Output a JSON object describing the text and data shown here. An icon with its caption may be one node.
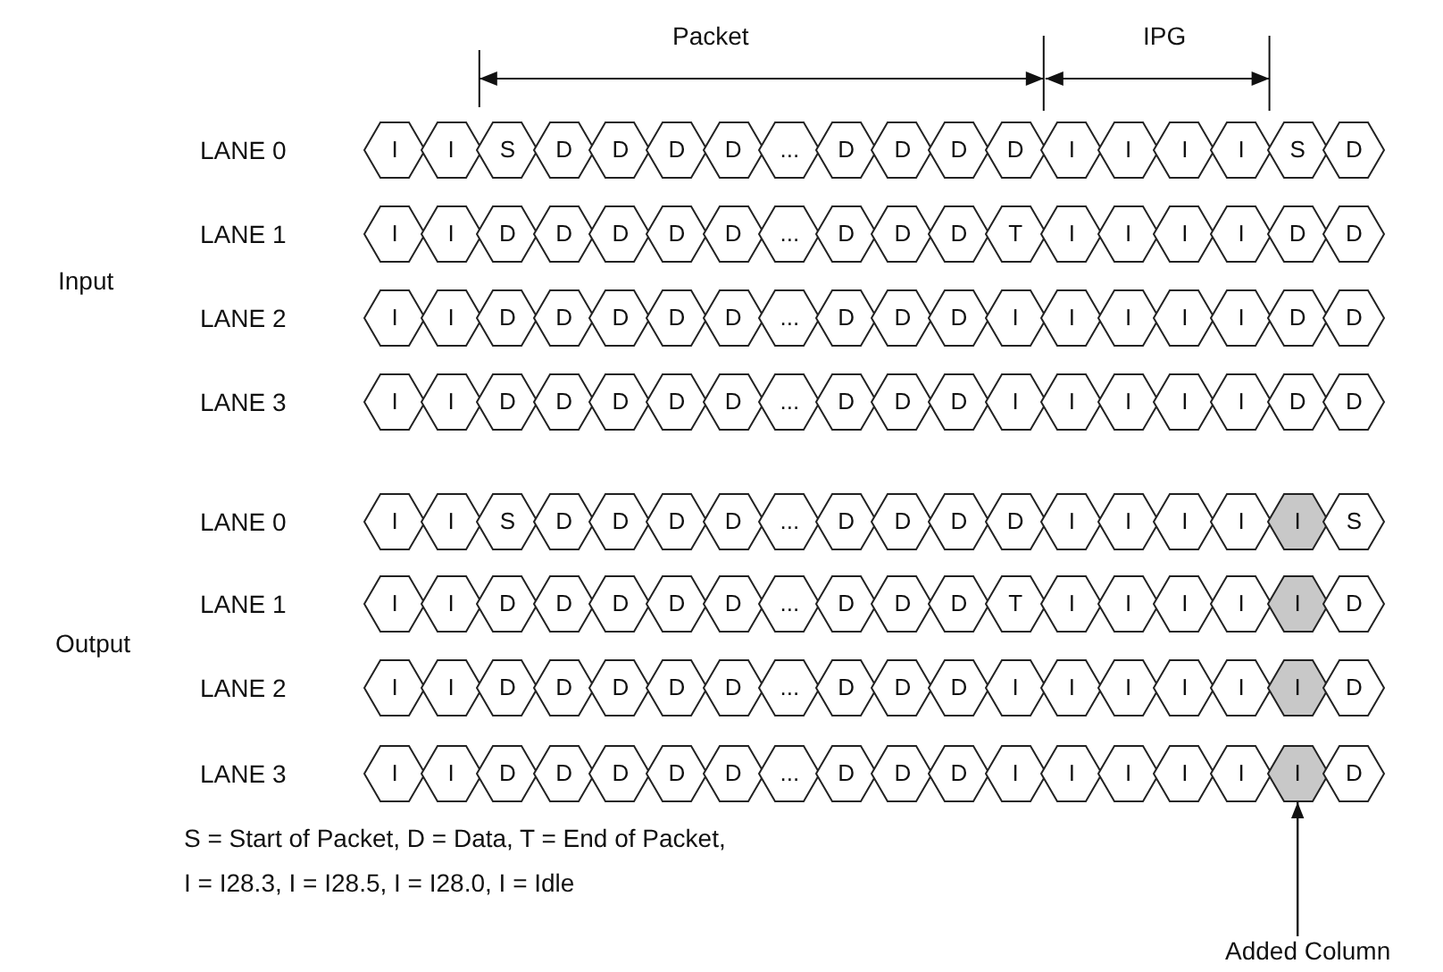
{
  "diagram": {
    "nodes": [
      {
        "text": [
          "I"
        ]
      },
      {
        "text": [
          "I"
        ]
      },
      {
        "text": [
          "S"
        ]
      },
      {
        "text": [
          "D"
        ]
      },
      {
        "text": [
          "D"
        ]
      },
      {
        "text": [
          "D"
        ]
      },
      {
        "text": [
          "D"
        ]
      },
      {
        "text": [
          "..."
        ]
      },
      {
        "text": [
          "D"
        ]
      },
      {
        "text": [
          "D"
        ]
      },
      {
        "text": [
          "D"
        ]
      },
      {
        "text": [
          "D"
        ]
      },
      {
        "text": [
          "I"
        ]
      },
      {
        "text": [
          "I"
        ]
      },
      {
        "text": [
          "I"
        ]
      },
      {
        "text": [
          "I"
        ]
      },
      {
        "text": [
          "S"
        ]
      },
      {
        "text": [
          "D"
        ]
      },
      {
        "text": [
          "I"
        ]
      },
      {
        "text": [
          "I"
        ]
      },
      {
        "text": [
          "D"
        ]
      },
      {
        "text": [
          "D"
        ]
      },
      {
        "text": [
          "D"
        ]
      },
      {
        "text": [
          "D"
        ]
      },
      {
        "text": [
          "D"
        ]
      },
      {
        "text": [
          "..."
        ]
      },
      {
        "text": [
          "D"
        ]
      },
      {
        "text": [
          "D"
        ]
      },
      {
        "text": [
          "D"
        ]
      },
      {
        "text": [
          "T"
        ]
      },
      {
        "text": [
          "I"
        ]
      },
      {
        "text": [
          "I"
        ]
      },
      {
        "text": [
          "I"
        ]
      },
      {
        "text": [
          "I"
        ]
      },
      {
        "text": [
          "D"
        ]
      },
      {
        "text": [
          "D"
        ]
      },
      {
        "text": [
          "I"
        ]
      },
      {
        "text": [
          "I"
        ]
      },
      {
        "text": [
          "D"
        ]
      },
      {
        "text": [
          "D"
        ]
      },
      {
        "text": [
          "D"
        ]
      },
      {
        "text": [
          "D"
        ]
      },
      {
        "text": [
          "D"
        ]
      },
      {
        "text": [
          "..."
        ]
      },
      {
        "text": [
          "D"
        ]
      },
      {
        "text": [
          "D"
        ]
      },
      {
        "text": [
          "D"
        ]
      },
      {
        "text": [
          "I"
        ]
      },
      {
        "text": [
          "I"
        ]
      },
      {
        "text": [
          "I"
        ]
      },
      {
        "text": [
          "I"
        ]
      },
      {
        "text": [
          "I"
        ]
      },
      {
        "text": [
          "D"
        ]
      },
      {
        "text": [
          "D"
        ]
      },
      {
        "text": [
          "I"
        ]
      },
      {
        "text": [
          "I"
        ]
      },
      {
        "text": [
          "D"
        ]
      },
      {
        "text": [
          "D"
        ]
      },
      {
        "text": [
          "D"
        ]
      },
      {
        "text": [
          "D"
        ]
      },
      {
        "text": [
          "D"
        ]
      },
      {
        "text": [
          "..."
        ]
      },
      {
        "text": [
          "D"
        ]
      },
      {
        "text": [
          "D"
        ]
      },
      {
        "text": [
          "D"
        ]
      },
      {
        "text": [
          "I"
        ]
      },
      {
        "text": [
          "I"
        ]
      },
      {
        "text": [
          "I"
        ]
      },
      {
        "text": [
          "I"
        ]
      },
      {
        "text": [
          "I"
        ]
      },
      {
        "text": [
          "D"
        ]
      },
      {
        "text": [
          "D"
        ]
      },
      {
        "text": [
          "I"
        ]
      },
      {
        "text": [
          "I"
        ]
      },
      {
        "text": [
          "S"
        ]
      },
      {
        "text": [
          "D"
        ]
      },
      {
        "text": [
          "D"
        ]
      },
      {
        "text": [
          "D"
        ]
      },
      {
        "text": [
          "D"
        ]
      },
      {
        "text": [
          "..."
        ]
      },
      {
        "text": [
          "D"
        ]
      },
      {
        "text": [
          "D"
        ]
      },
      {
        "text": [
          "D"
        ]
      },
      {
        "text": [
          "D"
        ]
      },
      {
        "text": [
          "I"
        ]
      },
      {
        "text": [
          "I"
        ]
      },
      {
        "text": [
          "I"
        ]
      },
      {
        "text": [
          "I"
        ]
      },
      {
        "text": [
          "I"
        ]
      },
      {
        "text": [
          "S"
        ]
      },
      {
        "text": [
          "I"
        ]
      },
      {
        "text": [
          "I"
        ]
      },
      {
        "text": [
          "D"
        ]
      },
      {
        "text": [
          "D"
        ]
      },
      {
        "text": [
          "D"
        ]
      },
      {
        "text": [
          "D"
        ]
      },
      {
        "text": [
          "D"
        ]
      },
      {
        "text": [
          "..."
        ]
      },
      {
        "text": [
          "D"
        ]
      },
      {
        "text": [
          "D"
        ]
      },
      {
        "text": [
          "D"
        ]
      },
      {
        "text": [
          "T"
        ]
      },
      {
        "text": [
          "I"
        ]
      },
      {
        "text": [
          "I"
        ]
      },
      {
        "text": [
          "I"
        ]
      },
      {
        "text": [
          "I"
        ]
      },
      {
        "text": [
          "I"
        ]
      },
      {
        "text": [
          "D"
        ]
      },
      {
        "text": [
          "I"
        ]
      },
      {
        "text": [
          "I"
        ]
      },
      {
        "text": [
          "D"
        ]
      },
      {
        "text": [
          "D"
        ]
      },
      {
        "text": [
          "D"
        ]
      },
      {
        "text": [
          "D"
        ]
      },
      {
        "text": [
          "D"
        ]
      },
      {
        "text": [
          "..."
        ]
      },
      {
        "text": [
          "D"
        ]
      },
      {
        "text": [
          "D"
        ]
      },
      {
        "text": [
          "D"
        ]
      },
      {
        "text": [
          "I"
        ]
      },
      {
        "text": [
          "I"
        ]
      },
      {
        "text": [
          "I"
        ]
      },
      {
        "text": [
          "I"
        ]
      },
      {
        "text": [
          "I"
        ]
      },
      {
        "text": [
          "I"
        ]
      },
      {
        "text": [
          "D"
        ]
      },
      {
        "text": [
          "I"
        ]
      },
      {
        "text": [
          "I"
        ]
      },
      {
        "text": [
          "D"
        ]
      },
      {
        "text": [
          "D"
        ]
      },
      {
        "text": [
          "D"
        ]
      },
      {
        "text": [
          "D"
        ]
      },
      {
        "text": [
          "D"
        ]
      },
      {
        "text": [
          "..."
        ]
      },
      {
        "text": [
          "D"
        ]
      },
      {
        "text": [
          "D"
        ]
      },
      {
        "text": [
          "D"
        ]
      },
      {
        "text": [
          "I"
        ]
      },
      {
        "text": [
          "I"
        ]
      },
      {
        "text": [
          "I"
        ]
      },
      {
        "text": [
          "I"
        ]
      },
      {
        "text": [
          "I"
        ]
      },
      {
        "text": [
          "I"
        ]
      },
      {
        "text": [
          "D"
        ]
      },
      {
        "text": [
          "Added Column"
        ]
      }
    ],
    "edges": [
      {
        "from": 144,
        "to": 142,
        "arrow": "to"
      }
    ],
    "labels": [
      "Packet",
      "IPG",
      "Input",
      "LANE 0",
      "LANE 1",
      "LANE 2",
      "LANE 3",
      "Output",
      "LANE 0",
      "LANE 1",
      "LANE 2",
      "LANE 3",
      "S = Start of Packet, D = Data, T = End of Packet,",
      "I = I28.3, I = I28.5, I = I28.0, I = Idle"
    ]
  }
}
